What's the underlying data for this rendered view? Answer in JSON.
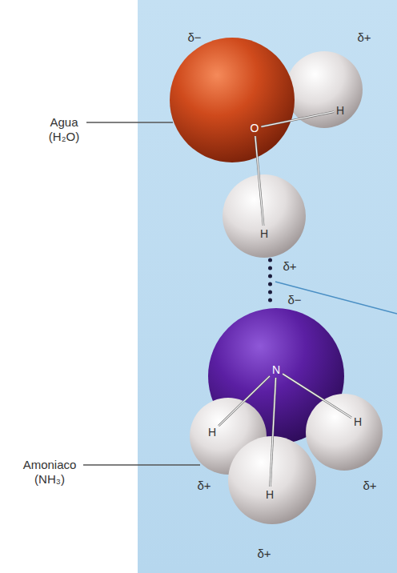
{
  "diagram": {
    "nodes": [
      {
        "text": [
          "O"
        ]
      },
      {
        "text": [
          "H"
        ]
      },
      {
        "text": [
          "H"
        ]
      },
      {
        "text": [
          "N"
        ]
      },
      {
        "text": [
          "H"
        ]
      },
      {
        "text": [
          "H"
        ]
      },
      {
        "text": [
          "H"
        ]
      }
    ],
    "edges": [
      {
        "from": 0,
        "to": 1,
        "arrow": "none"
      },
      {
        "from": 0,
        "to": 2,
        "arrow": "none"
      },
      {
        "from": 2,
        "to": 3,
        "arrow": "none"
      },
      {
        "from": 3,
        "to": 4,
        "arrow": "none"
      },
      {
        "from": 3,
        "to": 5,
        "arrow": "none"
      },
      {
        "from": 3,
        "to": 6,
        "arrow": "none"
      }
    ],
    "labels": [
      "δ−",
      "δ+",
      "Agua (H₂O)",
      "δ+",
      "δ−",
      "Amoniaco (NH₃)",
      "δ+",
      "δ+",
      "δ+"
    ]
  }
}
